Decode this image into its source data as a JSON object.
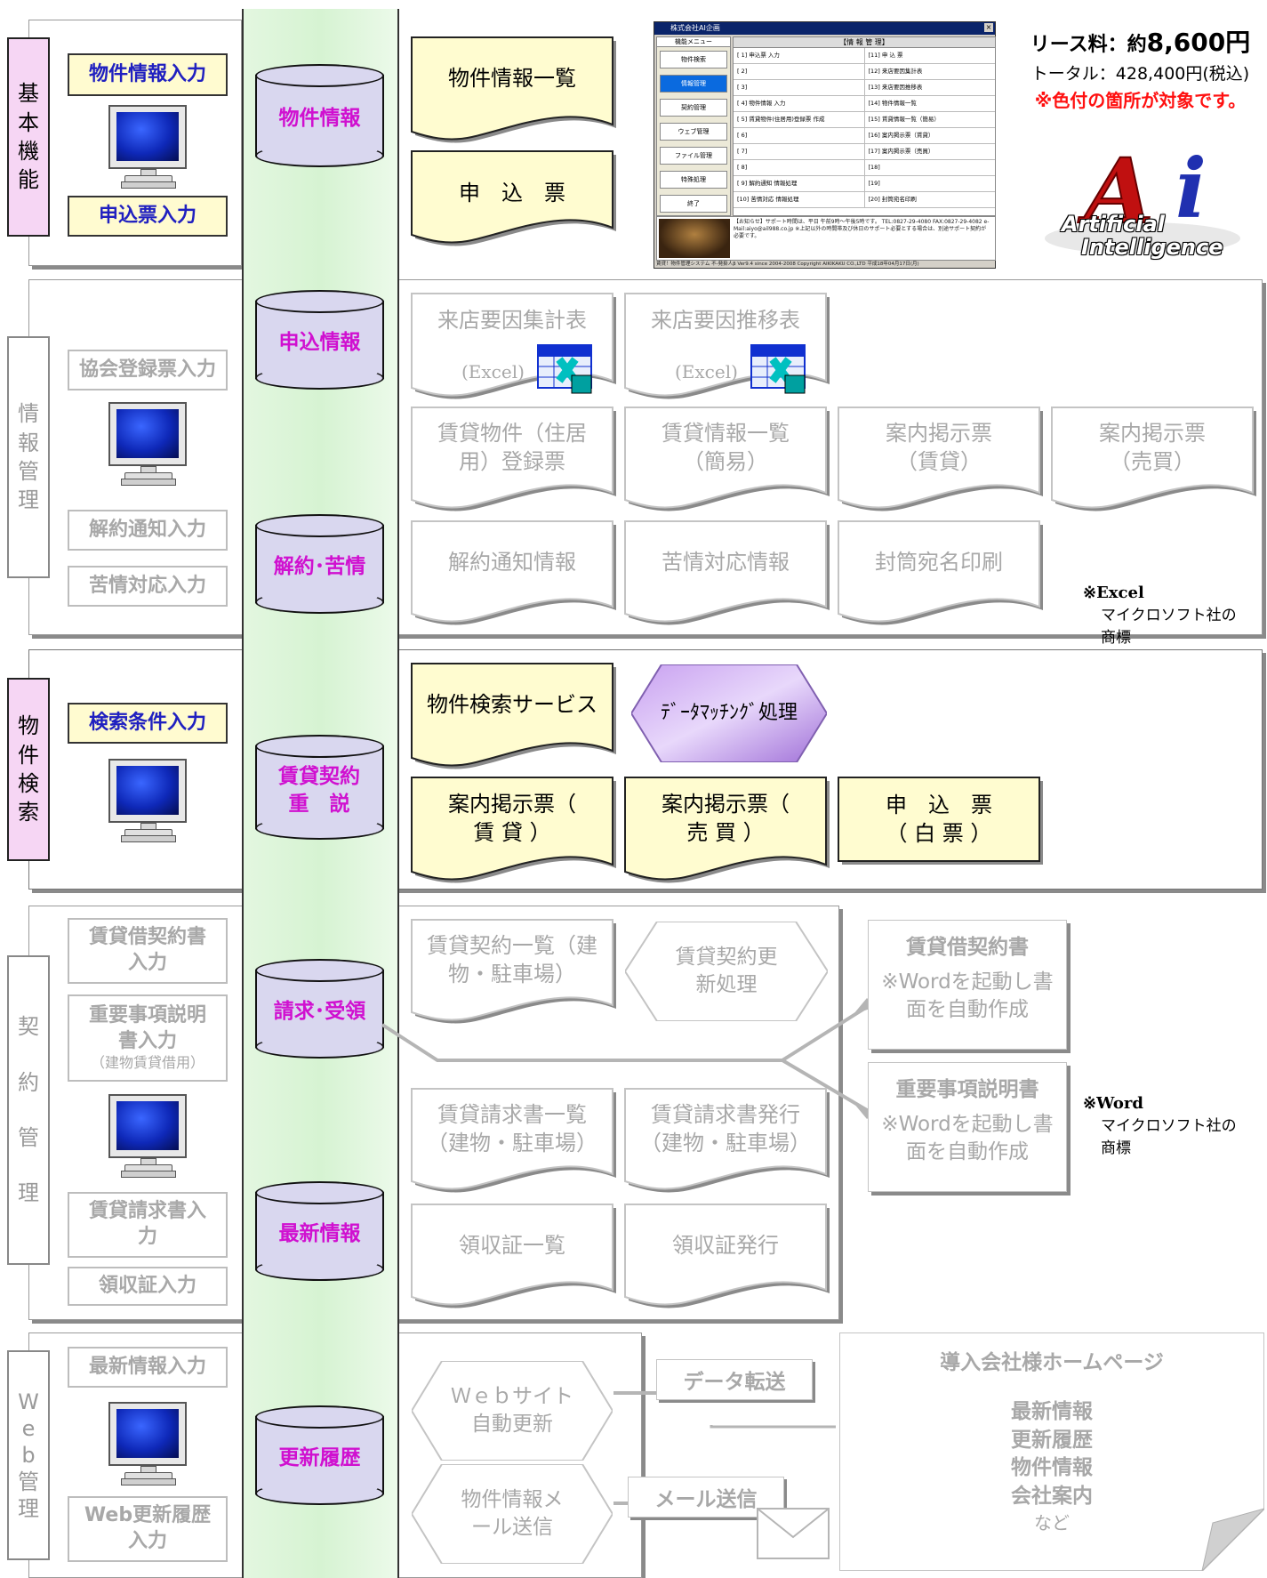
{
  "pricing": {
    "lease_label": "リース料：約",
    "lease_amount": "8,600円",
    "total": "トータル：428,400円(税込)",
    "note": "※色付の箇所が対象です。"
  },
  "logo": {
    "letters": "Ai",
    "line1": "Artificial",
    "line2": "Intelligence"
  },
  "sections": [
    {
      "label": "基本機能",
      "active": true
    },
    {
      "label": "情報管理",
      "active": false
    },
    {
      "label": "物件検索",
      "active": true
    },
    {
      "label": "契約管理",
      "active": false
    },
    {
      "label": "Web管理",
      "active": false
    }
  ],
  "inputs": {
    "basic": [
      "物件情報入力",
      "申込票入力"
    ],
    "info": [
      "協会登録票入力",
      "解約通知入力",
      "苦情対応入力"
    ],
    "search": [
      "検索条件入力"
    ],
    "contract": {
      "lease_contract": "賃貸借契約書入力",
      "important_doc": "重要事項説明書入力",
      "important_doc_sub": "（建物賃貸借用）",
      "billing": "賃貸請求書入力",
      "receipt": "領収証入力"
    },
    "web": [
      "最新情報入力",
      "Web更新履歴入力"
    ]
  },
  "databases": [
    "物件情報",
    "申込情報",
    "解約･苦情",
    "賃貸契約重　説",
    "請求･受領",
    "最新情報",
    "更新履歴"
  ],
  "docs": {
    "basic": [
      "物件情報一覧",
      "申　込　票"
    ],
    "info_excel": [
      "来店要因集計表",
      "来店要因推移表"
    ],
    "excel_tag": "(Excel)",
    "info_docs": [
      "賃貸物件（住居用）登録票",
      "賃貸情報一覧（簡易）",
      "案内掲示票（賃貸）",
      "案内掲示票（売買）",
      "解約通知情報",
      "苦情対応情報",
      "封筒宛名印刷"
    ],
    "search_service": "物件検索サービス",
    "matching": "ﾃﾞｰﾀﾏｯﾁﾝｸﾞ処理",
    "search_docs": [
      "案内掲示票（ 賃 貸 ）",
      "案内掲示票（ 売 買 ）",
      "申　込　票（ 白 票 ）"
    ],
    "contract_list": "賃貸契約一覧（建物・駐車場）",
    "contract_renew": "賃貸契約更新処理",
    "bill_list": "賃貸請求書一覧（建物・駐車場）",
    "bill_issue": "賃貸請求書発行（建物・駐車場）",
    "receipt_list": "領収証一覧",
    "receipt_issue": "領収証発行",
    "word_docs": [
      {
        "title": "賃貸借契約書",
        "body": "※Wordを起動し書面を自動作成"
      },
      {
        "title": "重要事項説明書",
        "body": "※Wordを起動し書面を自動作成"
      }
    ],
    "web_update": "Ｗｅｂサイト自動更新",
    "mail": "物件情報メール送信",
    "data_transfer": "データ転送",
    "mail_send": "メール送信",
    "homepage": {
      "title": "導入会社様ホームページ",
      "items": [
        "最新情報",
        "更新履歴",
        "物件情報",
        "会社案内"
      ],
      "etc": "など"
    }
  },
  "trademarks": {
    "excel": {
      "name": "※Excel",
      "desc": "マイクロソフト社の商標"
    },
    "word": {
      "name": "※Word",
      "desc": "マイクロソフト社の商標"
    }
  },
  "screenshot": {
    "title": "株式会社AI企画",
    "menu_title": "機能メニュー",
    "header": "【情 報 管 理】",
    "left_menu": [
      "物件検索",
      "情報管理",
      "契約管理",
      "ウェブ管理",
      "ファイル管理",
      "特殊処理",
      "終了"
    ],
    "rows_left": [
      "[ 1] 申込票 入力",
      "[ 2]",
      "[ 3]",
      "[ 4] 物件情報 入力",
      "[ 5] 賃貸物件(住居用)登録票 作成",
      "[ 6]",
      "[ 7]",
      "[ 8]",
      "[ 9] 解約通知 情報処理",
      "[10] 苦情対応 情報処理"
    ],
    "rows_right": [
      "[11] 申 込 票",
      "[12] 来店要因集計表",
      "[13] 来店要因推移表",
      "[14] 物件情報一覧",
      "[15] 賃貸情報一覧（簡易）",
      "[16] 案内掲示票（賃貸）",
      "[17] 案内掲示票（売買）",
      "[18]",
      "[19]",
      "[20] 封筒宛名印刷"
    ],
    "notice": "【お知らせ】サポート時間は、平日 午前9時～午後5時です。 TEL:0827-29-4080 FAX:0827-29-4082 e-Mail:aiyo@ail988.co.jp ※上記以外の時間帯及び休日のサポート必要とする場合は、別途サポート契約が必要です。",
    "status": "賃貸！物件管理システム 不-発掛人β Ver9.4 since 2004-2008 Copyright AIKIKAKU CO.,LTD 平成18年04月17日(月)"
  },
  "colors": {
    "active_db_text": "#d010d0",
    "active_input_text": "#2020c0",
    "active_fill": "#fffbd0",
    "tab_active": "#f6d6f4",
    "dim_text": "#a8a8a8",
    "column": "#d6f3d2"
  }
}
